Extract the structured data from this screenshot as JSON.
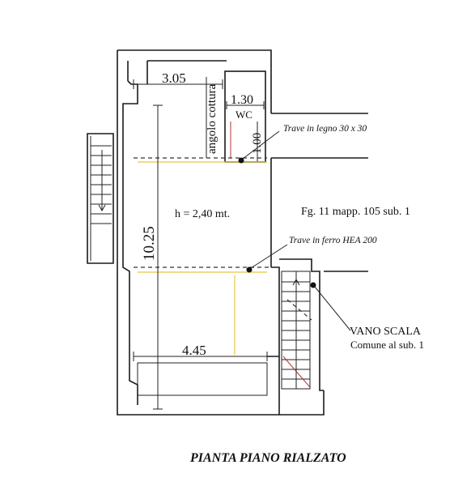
{
  "dims": {
    "top_width": "3.05",
    "wc_width": "1.30",
    "length": "10.25",
    "bottom_width": "4.45",
    "wc_depth": "1.00"
  },
  "rooms": {
    "kitchen": "angolo cottura",
    "wc": "WC",
    "height": "h = 2,40 mt."
  },
  "annotations": {
    "beam_wood": "Trave in legno 30 x 30",
    "beam_steel": "Trave in ferro HEA 200",
    "cadastral": "Fg. 11 mapp. 105 sub. 1",
    "stair_title": "VANO SCALA",
    "stair_sub": "Comune al sub. 1"
  },
  "plan_title": "PIANTA PIANO RIALZATO"
}
